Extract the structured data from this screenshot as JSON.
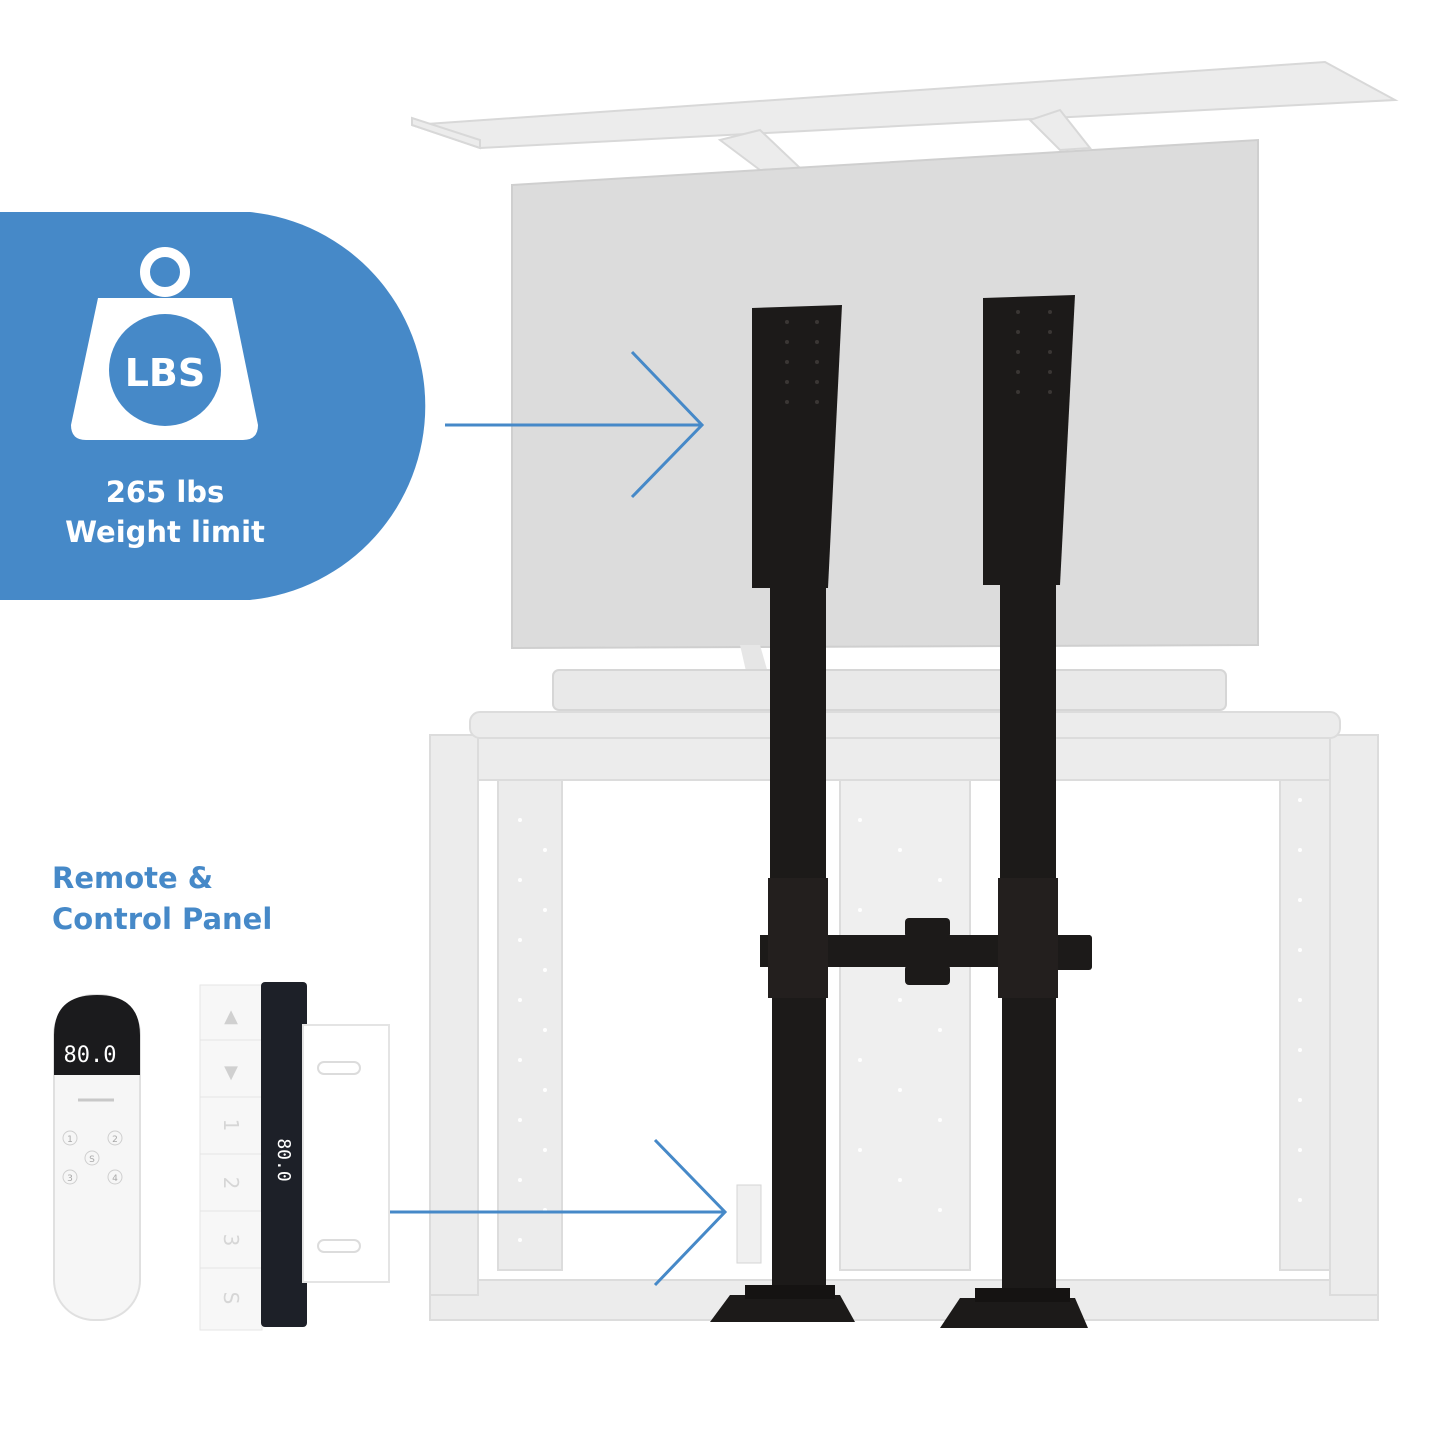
{
  "colors": {
    "accent": "#4689c8",
    "post": "#1c1a19",
    "ghost": "#e3e3e3"
  },
  "weight_badge": {
    "icon": "weight-icon",
    "icon_text": "LBS",
    "line1": "265 lbs",
    "line2": "Weight limit"
  },
  "remote_section": {
    "title_line1": "Remote &",
    "title_line2": "Control Panel"
  },
  "remote": {
    "display": "80.0",
    "buttons": [
      "1",
      "2",
      "S",
      "3",
      "4"
    ]
  },
  "control_panel": {
    "display": "80.0",
    "buttons": [
      "▲",
      "▼",
      "1",
      "2",
      "3",
      "S"
    ]
  }
}
